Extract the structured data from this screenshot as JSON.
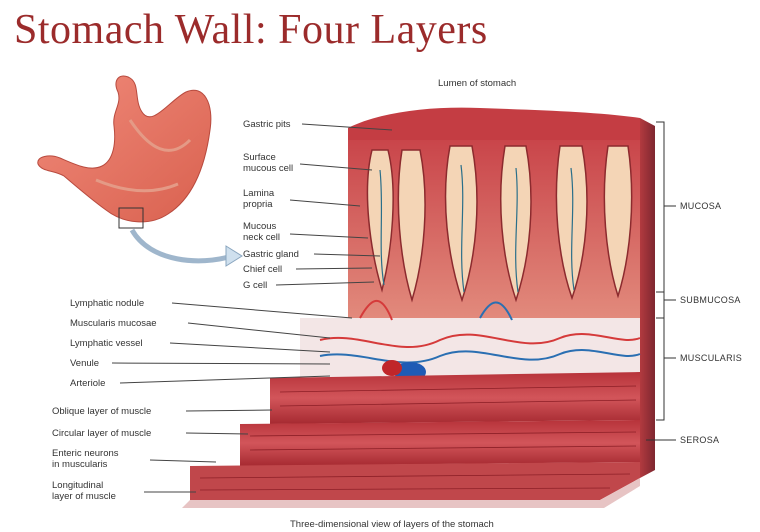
{
  "title": "Stomach Wall: Four Layers",
  "top_label": "Lumen of stomach",
  "caption": "Three-dimensional view of layers of the stomach",
  "left_labels": [
    "Gastric pits",
    "Surface",
    "mucous cell",
    "Lamina",
    "propria",
    "Mucous",
    "neck cell",
    "Gastric gland",
    "Chief cell",
    "G cell",
    "Lymphatic nodule",
    "Muscularis mucosae",
    "Lymphatic vessel",
    "Venule",
    "Arteriole",
    "Oblique layer of muscle",
    "Circular layer of muscle",
    "Enteric neurons",
    "in muscularis",
    "Longitudinal",
    "layer of muscle"
  ],
  "layers": [
    "MUCOSA",
    "SUBMUCOSA",
    "MUSCULARIS",
    "SEROSA"
  ]
}
